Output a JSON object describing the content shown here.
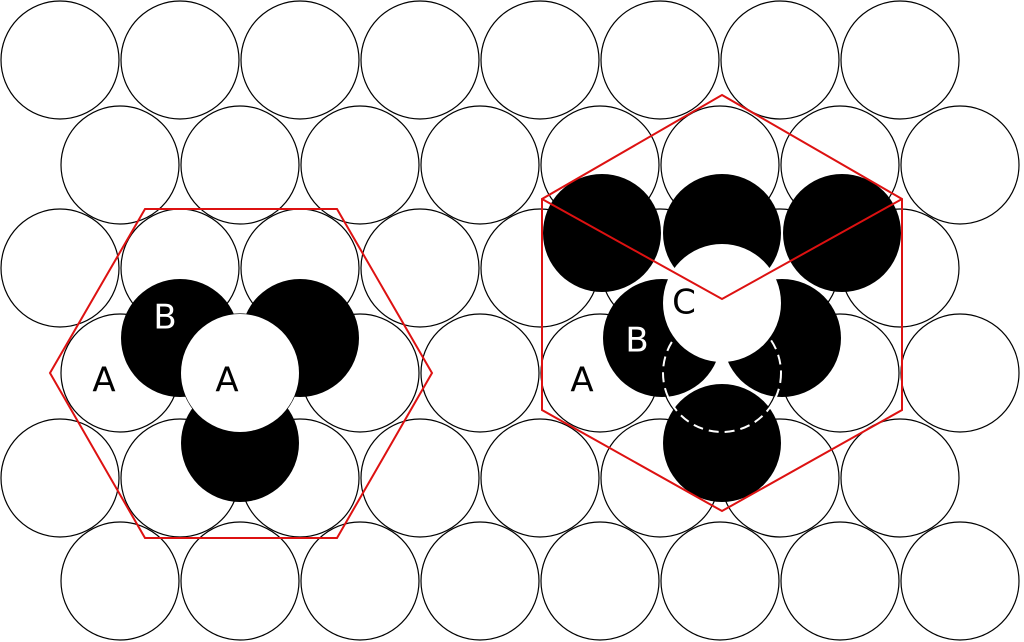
{
  "colors": {
    "background": "#ffffff",
    "layer_a_fill": "#ffffff",
    "layer_b_fill": "#000000",
    "outline": "#000000",
    "hexagon": "#dd1111",
    "dashed_outline": "#ffffff"
  },
  "left_cell": {
    "labels": {
      "a_outer": "A",
      "b": "B",
      "a_top": "A"
    }
  },
  "right_cell": {
    "labels": {
      "a_outer": "A",
      "b": "B",
      "c": "C"
    }
  }
}
